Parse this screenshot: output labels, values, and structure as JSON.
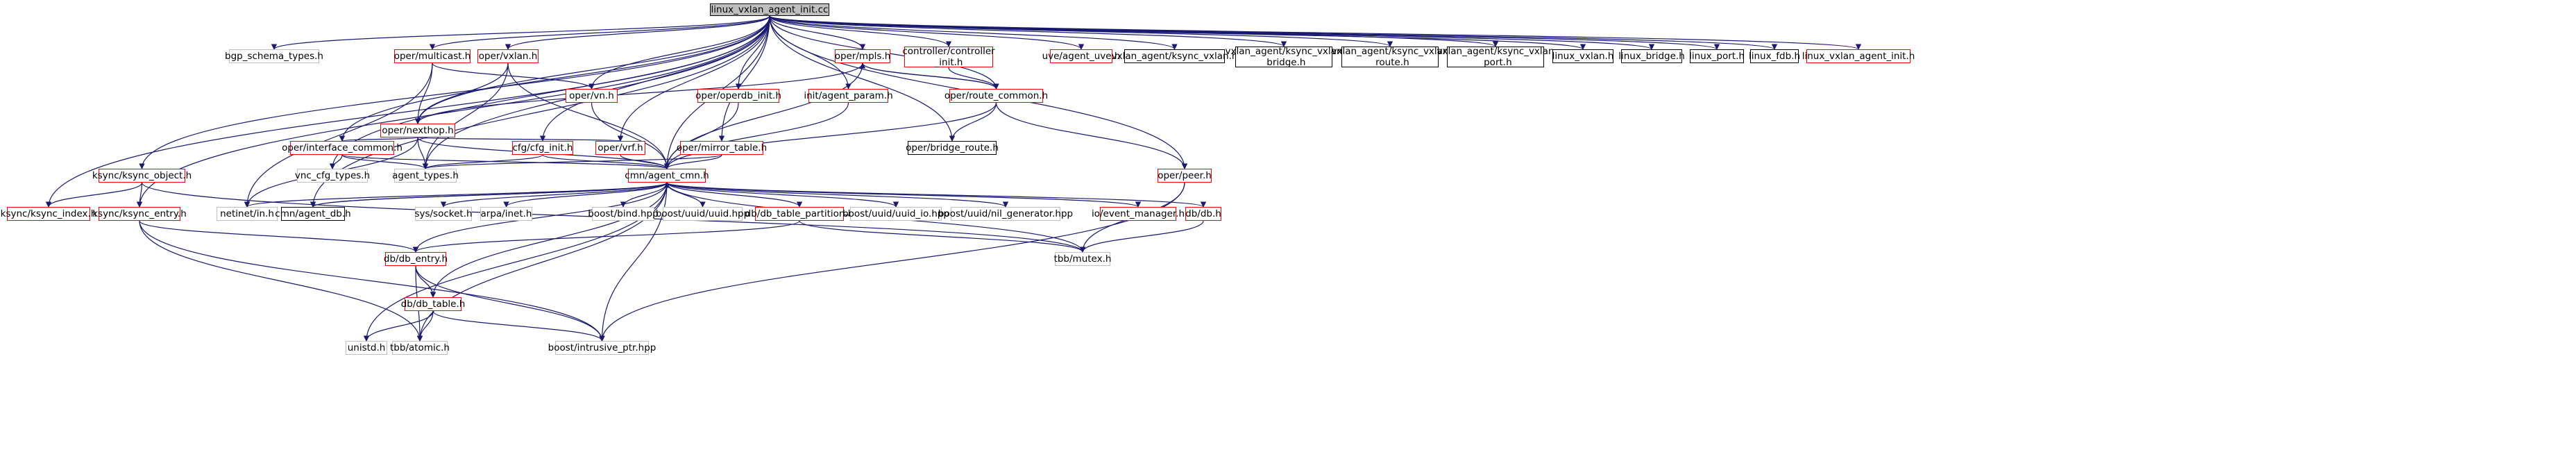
{
  "title": "linux_vxlan_agent_init.cc",
  "colors": {
    "red": "#ff0000",
    "black": "#000000",
    "gray": "#bfbfbf",
    "edge": "#191970"
  },
  "nodes": [
    {
      "id": "root",
      "label": "linux_vxlan_agent_init.cc",
      "style": "root"
    },
    {
      "id": "ksync_index",
      "label": "ksync/ksync_index.h",
      "style": "red"
    },
    {
      "id": "ksync_object",
      "label": "ksync/ksync_object.h",
      "style": "red"
    },
    {
      "id": "ksync_entry",
      "label": "ksync/ksync_entry.h",
      "style": "red"
    },
    {
      "id": "vnc_cfg_types",
      "label": "vnc_cfg_types.h",
      "style": "gray"
    },
    {
      "id": "bgp_schema",
      "label": "bgp_schema_types.h",
      "style": "gray"
    },
    {
      "id": "multicast",
      "label": "oper/multicast.h",
      "style": "red"
    },
    {
      "id": "nexthop",
      "label": "oper/nexthop.h",
      "style": "red"
    },
    {
      "id": "intf_common",
      "label": "oper/interface_common.h",
      "style": "red"
    },
    {
      "id": "netinet",
      "label": "netinet/in.h",
      "style": "gray"
    },
    {
      "id": "agent_db",
      "label": "cmn/agent_db.h",
      "style": "black"
    },
    {
      "id": "agent_types",
      "label": "agent_types.h",
      "style": "gray"
    },
    {
      "id": "vxlan",
      "label": "oper/vxlan.h",
      "style": "red"
    },
    {
      "id": "vn",
      "label": "oper/vn.h",
      "style": "red"
    },
    {
      "id": "cfg_init",
      "label": "cfg/cfg_init.h",
      "style": "red"
    },
    {
      "id": "vrf",
      "label": "oper/vrf.h",
      "style": "red"
    },
    {
      "id": "agent_cmn",
      "label": "cmn/agent_cmn.h",
      "style": "red"
    },
    {
      "id": "mpls",
      "label": "oper/mpls.h",
      "style": "red"
    },
    {
      "id": "operdb_init",
      "label": "oper/operdb_init.h",
      "style": "red"
    },
    {
      "id": "mirror_table",
      "label": "oper/mirror_table.h",
      "style": "red"
    },
    {
      "id": "agent_param",
      "label": "init/agent_param.h",
      "style": "red"
    },
    {
      "id": "controller_init",
      "label": "controller/controller\n_init.h",
      "style": "red"
    },
    {
      "id": "route_common",
      "label": "oper/route_common.h",
      "style": "red"
    },
    {
      "id": "bridge_route",
      "label": "oper/bridge_route.h",
      "style": "black"
    },
    {
      "id": "peer",
      "label": "oper/peer.h",
      "style": "red"
    },
    {
      "id": "agent_uve",
      "label": "uve/agent_uve.h",
      "style": "red"
    },
    {
      "id": "ksync_vxlan",
      "label": "vxlan_agent/ksync_vxlan.h",
      "style": "black"
    },
    {
      "id": "ksync_vxlan_bridge",
      "label": "vxlan_agent/ksync_vxlan\n_bridge.h",
      "style": "black"
    },
    {
      "id": "ksync_vxlan_route",
      "label": "vxlan_agent/ksync_vxlan\n_route.h",
      "style": "black"
    },
    {
      "id": "ksync_vxlan_port",
      "label": "vxlan_agent/ksync_vxlan\n_port.h",
      "style": "black"
    },
    {
      "id": "linux_vxlan",
      "label": "linux_vxlan.h",
      "style": "black"
    },
    {
      "id": "linux_bridge",
      "label": "linux_bridge.h",
      "style": "black"
    },
    {
      "id": "linux_port",
      "label": "linux_port.h",
      "style": "black"
    },
    {
      "id": "linux_fdb",
      "label": "linux_fdb.h",
      "style": "black"
    },
    {
      "id": "linux_vxlan_agent_init",
      "label": "linux_vxlan_agent_init.h",
      "style": "red"
    },
    {
      "id": "sys_socket",
      "label": "sys/socket.h",
      "style": "gray"
    },
    {
      "id": "arpa_inet",
      "label": "arpa/inet.h",
      "style": "gray"
    },
    {
      "id": "boost_bind",
      "label": "boost/bind.hpp",
      "style": "gray"
    },
    {
      "id": "boost_uuid",
      "label": "boost/uuid/uuid.hpp",
      "style": "gray"
    },
    {
      "id": "db_table_partition",
      "label": "db/db_table_partition.h",
      "style": "red"
    },
    {
      "id": "boost_uuid_io",
      "label": "boost/uuid/uuid_io.hpp",
      "style": "gray"
    },
    {
      "id": "boost_nil_gen",
      "label": "boost/uuid/nil_generator.hpp",
      "style": "gray"
    },
    {
      "id": "event_manager",
      "label": "io/event_manager.h",
      "style": "red"
    },
    {
      "id": "db_h",
      "label": "db/db.h",
      "style": "red"
    },
    {
      "id": "tbb_mutex",
      "label": "tbb/mutex.h",
      "style": "gray"
    },
    {
      "id": "db_entry",
      "label": "db/db_entry.h",
      "style": "red"
    },
    {
      "id": "db_table",
      "label": "db/db_table.h",
      "style": "red"
    },
    {
      "id": "unistd",
      "label": "unistd.h",
      "style": "gray"
    },
    {
      "id": "tbb_atomic",
      "label": "tbb/atomic.h",
      "style": "gray"
    },
    {
      "id": "intrusive_ptr",
      "label": "boost/intrusive_ptr.hpp",
      "style": "gray"
    }
  ],
  "edges": [
    [
      "root",
      "ksync_index"
    ],
    [
      "root",
      "ksync_object"
    ],
    [
      "root",
      "ksync_entry"
    ],
    [
      "root",
      "vnc_cfg_types"
    ],
    [
      "root",
      "bgp_schema"
    ],
    [
      "root",
      "multicast"
    ],
    [
      "root",
      "nexthop"
    ],
    [
      "root",
      "intf_common"
    ],
    [
      "root",
      "agent_db"
    ],
    [
      "root",
      "vxlan"
    ],
    [
      "root",
      "vn"
    ],
    [
      "root",
      "cfg_init"
    ],
    [
      "root",
      "vrf"
    ],
    [
      "root",
      "agent_cmn"
    ],
    [
      "root",
      "mpls"
    ],
    [
      "root",
      "operdb_init"
    ],
    [
      "root",
      "mirror_table"
    ],
    [
      "root",
      "agent_param"
    ],
    [
      "root",
      "controller_init"
    ],
    [
      "root",
      "route_common"
    ],
    [
      "root",
      "bridge_route"
    ],
    [
      "root",
      "peer"
    ],
    [
      "root",
      "agent_uve"
    ],
    [
      "root",
      "ksync_vxlan"
    ],
    [
      "root",
      "ksync_vxlan_bridge"
    ],
    [
      "root",
      "ksync_vxlan_route"
    ],
    [
      "root",
      "ksync_vxlan_port"
    ],
    [
      "root",
      "linux_vxlan"
    ],
    [
      "root",
      "linux_bridge"
    ],
    [
      "root",
      "linux_port"
    ],
    [
      "root",
      "linux_fdb"
    ],
    [
      "root",
      "linux_vxlan_agent_init"
    ],
    [
      "root",
      "agent_types"
    ],
    [
      "ksync_object",
      "ksync_index"
    ],
    [
      "ksync_object",
      "ksync_entry"
    ],
    [
      "ksync_object",
      "tbb_mutex"
    ],
    [
      "ksync_entry",
      "db_entry"
    ],
    [
      "ksync_entry",
      "tbb_atomic"
    ],
    [
      "ksync_entry",
      "intrusive_ptr"
    ],
    [
      "multicast",
      "nexthop"
    ],
    [
      "multicast",
      "vn"
    ],
    [
      "multicast",
      "netinet"
    ],
    [
      "nexthop",
      "intf_common"
    ],
    [
      "nexthop",
      "vrf"
    ],
    [
      "nexthop",
      "agent_cmn"
    ],
    [
      "nexthop",
      "agent_types"
    ],
    [
      "nexthop",
      "netinet"
    ],
    [
      "intf_common",
      "vnc_cfg_types"
    ],
    [
      "intf_common",
      "agent_types"
    ],
    [
      "intf_common",
      "agent_cmn"
    ],
    [
      "vxlan",
      "nexthop"
    ],
    [
      "vxlan",
      "agent_types"
    ],
    [
      "vxlan",
      "agent_cmn"
    ],
    [
      "vn",
      "agent_cmn"
    ],
    [
      "cfg_init",
      "agent_cmn"
    ],
    [
      "cfg_init",
      "agent_types"
    ],
    [
      "vrf",
      "agent_cmn"
    ],
    [
      "mpls",
      "nexthop"
    ],
    [
      "mpls",
      "agent_cmn"
    ],
    [
      "mpls",
      "route_common"
    ],
    [
      "operdb_init",
      "agent_cmn"
    ],
    [
      "mirror_table",
      "agent_cmn"
    ],
    [
      "mirror_table",
      "agent_types"
    ],
    [
      "agent_param",
      "agent_cmn"
    ],
    [
      "controller_init",
      "route_common"
    ],
    [
      "route_common",
      "mpls"
    ],
    [
      "route_common",
      "bridge_route"
    ],
    [
      "route_common",
      "peer"
    ],
    [
      "route_common",
      "agent_cmn"
    ],
    [
      "peer",
      "intrusive_ptr"
    ],
    [
      "peer",
      "tbb_mutex"
    ],
    [
      "agent_cmn",
      "netinet"
    ],
    [
      "agent_cmn",
      "agent_db"
    ],
    [
      "agent_cmn",
      "sys_socket"
    ],
    [
      "agent_cmn",
      "arpa_inet"
    ],
    [
      "agent_cmn",
      "boost_bind"
    ],
    [
      "agent_cmn",
      "boost_uuid"
    ],
    [
      "agent_cmn",
      "db_table_partition"
    ],
    [
      "agent_cmn",
      "boost_uuid_io"
    ],
    [
      "agent_cmn",
      "boost_nil_gen"
    ],
    [
      "agent_cmn",
      "event_manager"
    ],
    [
      "agent_cmn",
      "db_h"
    ],
    [
      "agent_cmn",
      "tbb_mutex"
    ],
    [
      "agent_cmn",
      "db_entry"
    ],
    [
      "agent_cmn",
      "db_table"
    ],
    [
      "agent_cmn",
      "unistd"
    ],
    [
      "agent_cmn",
      "tbb_atomic"
    ],
    [
      "agent_cmn",
      "intrusive_ptr"
    ],
    [
      "agent_db",
      "agent_cmn"
    ],
    [
      "db_table_partition",
      "db_entry"
    ],
    [
      "db_table_partition",
      "tbb_mutex"
    ],
    [
      "db_h",
      "tbb_mutex"
    ],
    [
      "db_entry",
      "db_table"
    ],
    [
      "db_entry",
      "tbb_atomic"
    ],
    [
      "db_entry",
      "intrusive_ptr"
    ],
    [
      "db_table",
      "unistd"
    ],
    [
      "db_table",
      "tbb_atomic"
    ],
    [
      "db_table",
      "intrusive_ptr"
    ]
  ]
}
